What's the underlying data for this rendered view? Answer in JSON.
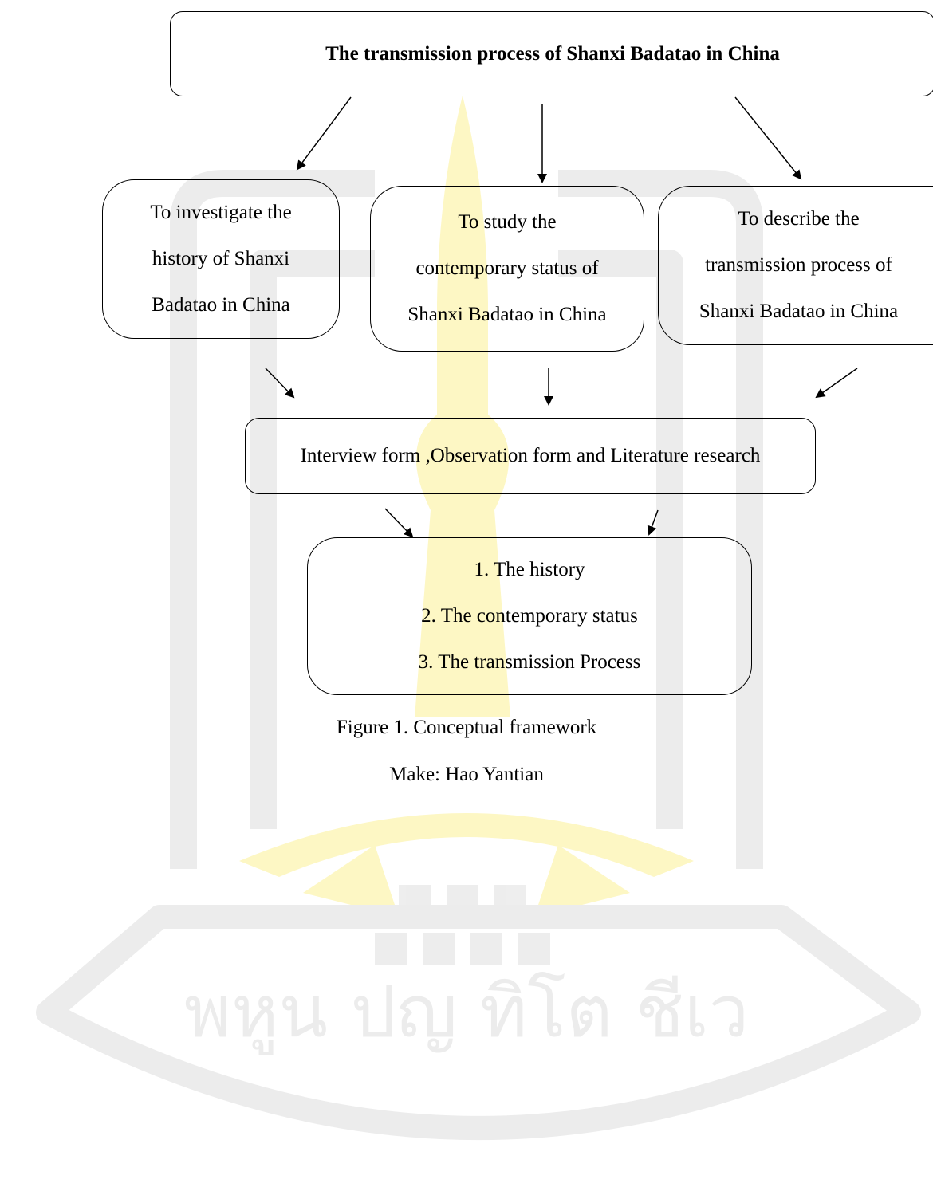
{
  "title": "The transmission process of Shanxi Badatao in China",
  "objectives": [
    [
      "To investigate the",
      "history of Shanxi",
      "Badatao in China"
    ],
    [
      "To study the",
      "contemporary status of",
      "Shanxi Badatao in China"
    ],
    [
      "To describe the",
      "transmission process of",
      "Shanxi Badatao in China"
    ]
  ],
  "methods": "Interview form ,Observation form and  Literature research",
  "results": [
    "1. The history",
    "2. The contemporary status",
    "3. The transmission Process"
  ],
  "caption": "Figure  1. Conceptual framework",
  "credit": "Make: Hao Yantian",
  "watermark_text": "พหูน ปญ ทิโต ชีเว",
  "colors": {
    "watermark_gray": "#ebebeb",
    "watermark_yellow": "#fdf7c4",
    "line": "#000000"
  }
}
